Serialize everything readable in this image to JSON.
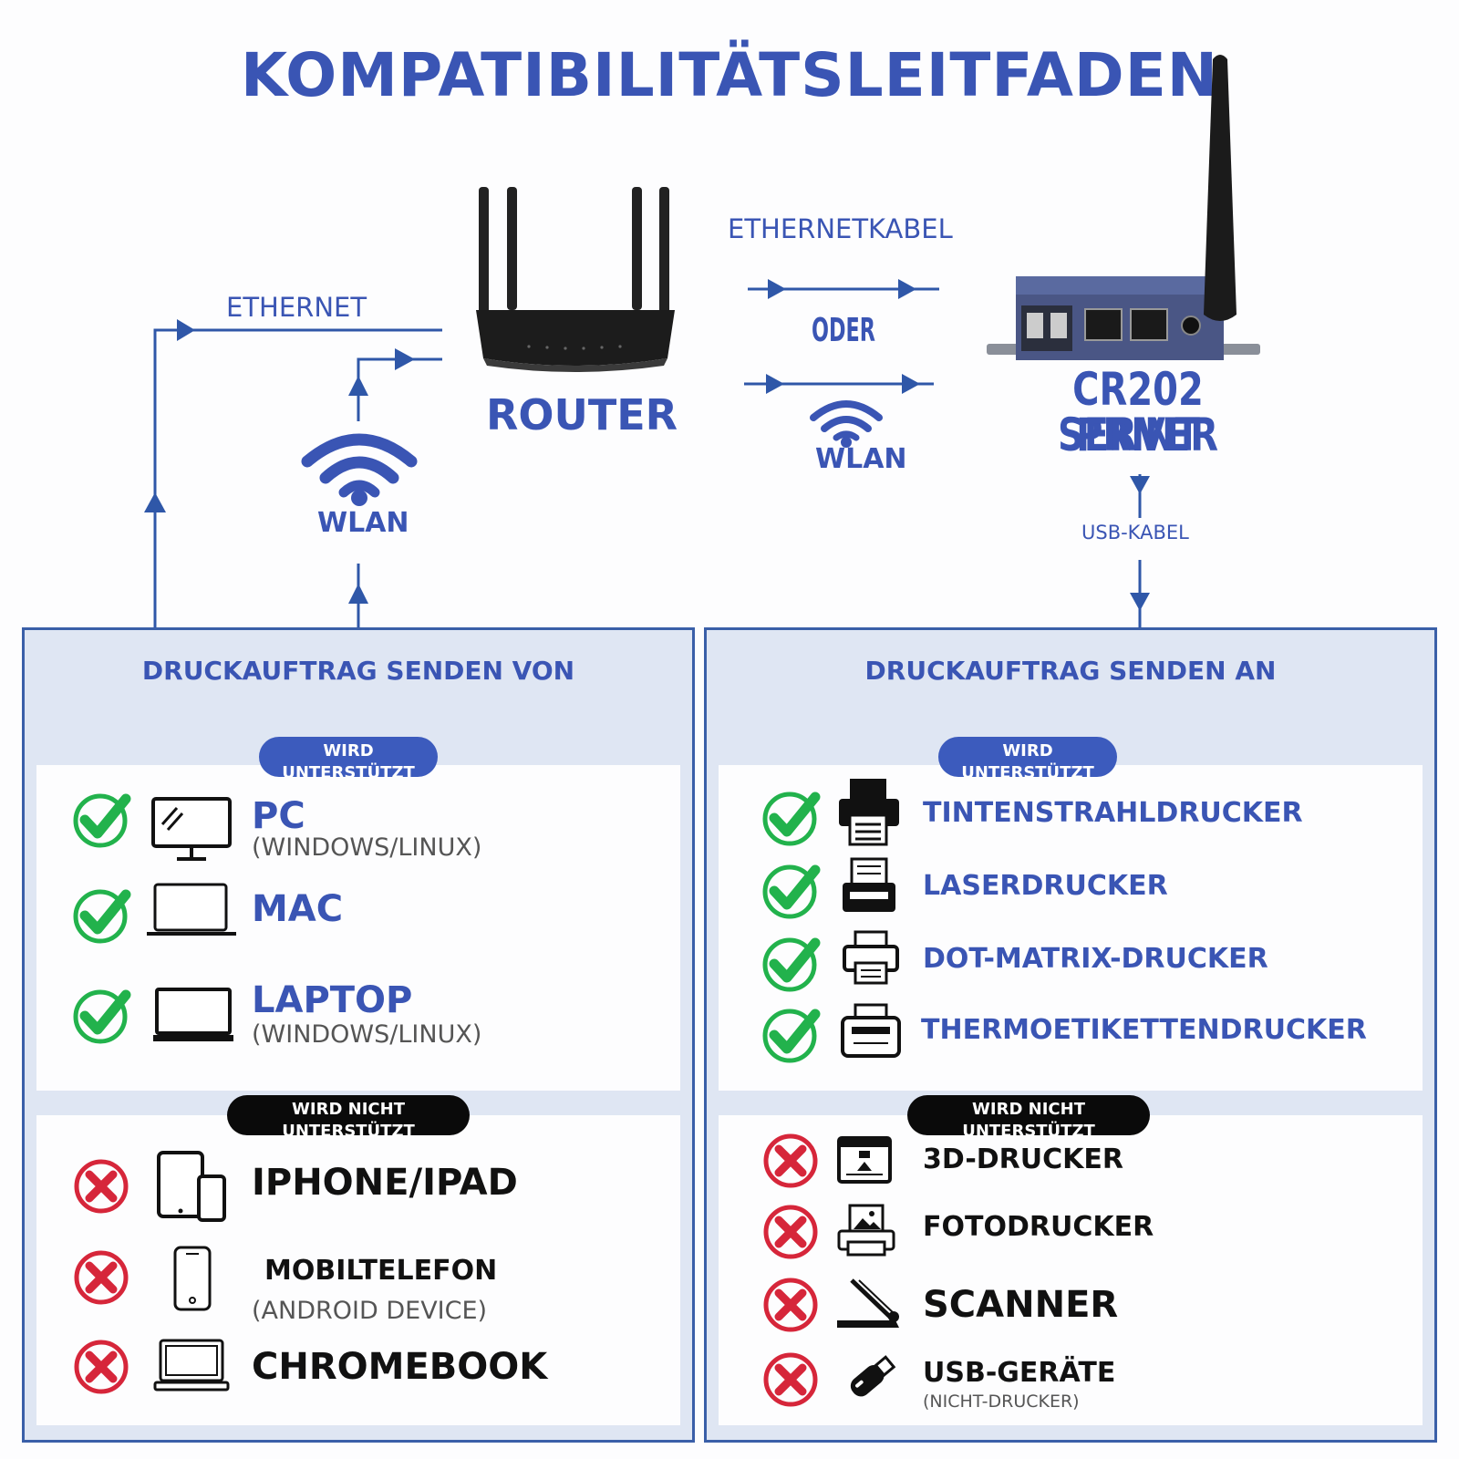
{
  "title": "KOMPATIBILITÄTSLEITFADEN",
  "diagram": {
    "ethernet_label": "ETHERNET",
    "wlan_left_label": "WLAN",
    "router_label": "ROUTER",
    "ethernetkabel_label": "ETHERNETKABEL",
    "oder_label": "ODER",
    "wlan_mid_label": "WLAN",
    "server_label_line1": "CR202 PRINT",
    "server_label_line2": "SERVER",
    "usb_cable_label": "USB-KABEL"
  },
  "left_panel": {
    "heading": "DRUCKAUFTRAG SENDEN VON",
    "supported_badge": "WIRD UNTERSTÜTZT",
    "supported": [
      {
        "title": "PC",
        "subtitle": "(WINDOWS/LINUX)",
        "icon": "desktop-monitor-icon"
      },
      {
        "title": "MAC",
        "subtitle": "",
        "icon": "macbook-icon"
      },
      {
        "title": "LAPTOP",
        "subtitle": "(WINDOWS/LINUX)",
        "icon": "laptop-icon"
      }
    ],
    "unsupported_badge": "WIRD NICHT UNTERSTÜTZT",
    "unsupported": [
      {
        "title": "IPHONE/IPAD",
        "subtitle": "",
        "icon": "tablet-phone-icon"
      },
      {
        "title": "MOBILTELEFON",
        "subtitle": "(ANDROID DEVICE)",
        "icon": "smartphone-icon"
      },
      {
        "title": "CHROMEBOOK",
        "subtitle": "",
        "icon": "chromebook-icon"
      }
    ]
  },
  "right_panel": {
    "heading": "DRUCKAUFTRAG SENDEN AN",
    "supported_badge": "WIRD UNTERSTÜTZT",
    "supported": [
      {
        "title": "TINTENSTRAHLDRUCKER",
        "icon": "inkjet-printer-icon"
      },
      {
        "title": "LASERDRUCKER",
        "icon": "laser-printer-icon"
      },
      {
        "title": "DOT-MATRIX-DRUCKER",
        "icon": "dot-matrix-printer-icon"
      },
      {
        "title": "THERMOETIKETTENDRUCKER",
        "icon": "thermal-label-printer-icon"
      }
    ],
    "unsupported_badge": "WIRD NICHT UNTERSTÜTZT",
    "unsupported": [
      {
        "title": "3D-DRUCKER",
        "subtitle": "",
        "icon": "3d-printer-icon"
      },
      {
        "title": "FOTODRUCKER",
        "subtitle": "",
        "icon": "photo-printer-icon"
      },
      {
        "title": "SCANNER",
        "subtitle": "",
        "icon": "scanner-icon"
      },
      {
        "title": "USB-GERÄTE",
        "subtitle": "(NICHT-DRUCKER)",
        "icon": "usb-stick-icon"
      }
    ]
  },
  "colors": {
    "accent": "#3a55b4",
    "check": "#22b24c",
    "cross": "#d6263a",
    "line": "#2f57a8"
  }
}
